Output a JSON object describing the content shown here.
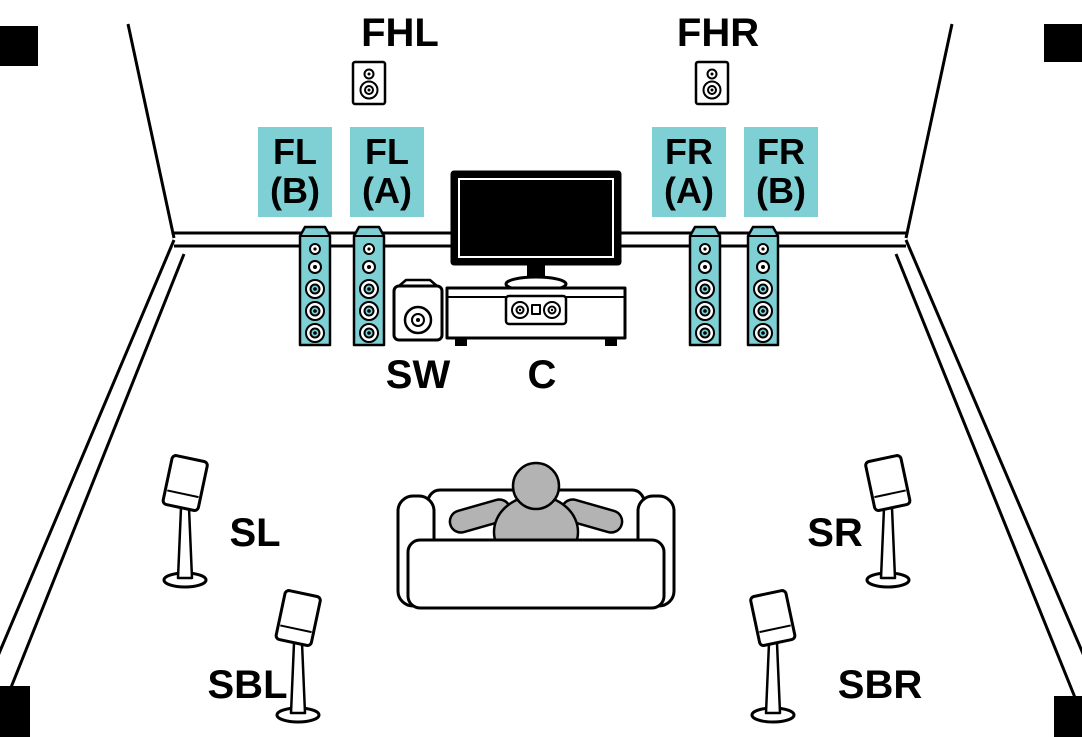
{
  "colors": {
    "highlight": "#7ED0D4",
    "person": "#B3B3B3",
    "line": "#000000",
    "background": "#FFFFFF"
  },
  "labels": {
    "fhl": "FHL",
    "fhr": "FHR",
    "fl_b": {
      "line1": "FL",
      "line2": "(B)"
    },
    "fl_a": {
      "line1": "FL",
      "line2": "(A)"
    },
    "fr_a": {
      "line1": "FR",
      "line2": "(A)"
    },
    "fr_b": {
      "line1": "FR",
      "line2": "(B)"
    },
    "sw": "SW",
    "c": "C",
    "sl": "SL",
    "sr": "SR",
    "sbl": "SBL",
    "sbr": "SBR"
  }
}
